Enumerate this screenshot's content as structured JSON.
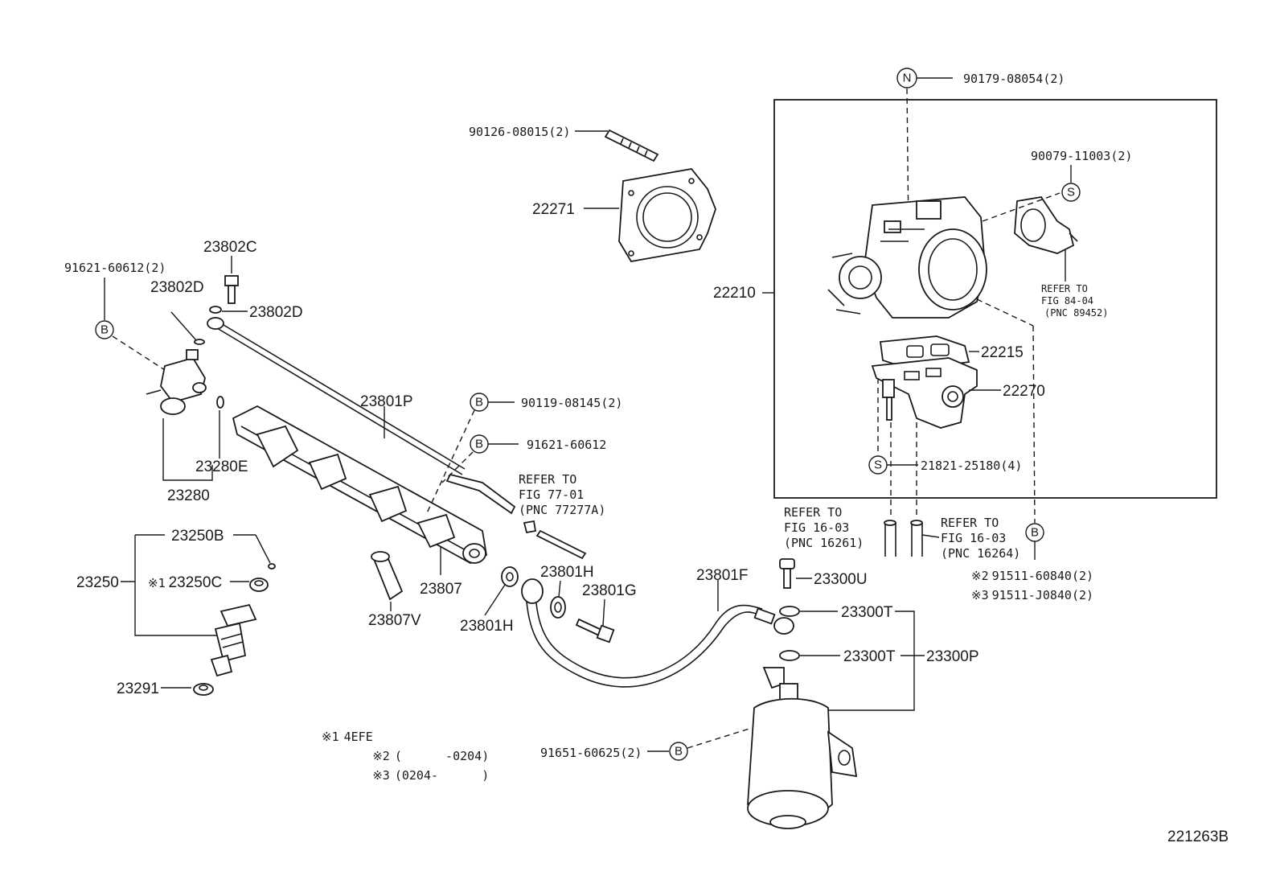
{
  "figure_id": "221263B",
  "callouts": {
    "p90179": "90179-08054(2)",
    "p90126": "90126-08015(2)",
    "p90079": "90079-11003(2)",
    "p22271": "22271",
    "p22210": "22210",
    "p22215": "22215",
    "p22270": "22270",
    "p21821": "21821-25180(4)",
    "p23802C": "23802C",
    "p91621_2": "91621-60612(2)",
    "p23802D_a": "23802D",
    "p23802D_b": "23802D",
    "p23801P": "23801P",
    "p90119": "90119-08145(2)",
    "p91621": "91621-60612",
    "p23280E": "23280E",
    "p23280": "23280",
    "p23250B": "23250B",
    "p23250": "23250",
    "p23250C": "23250C",
    "p23291": "23291",
    "p23807": "23807",
    "p23807V": "23807V",
    "p23801H_a": "23801H",
    "p23801H_b": "23801H",
    "p23801G": "23801G",
    "p23801F": "23801F",
    "p23300U": "23300U",
    "p23300T_a": "23300T",
    "p23300T_b": "23300T",
    "p23300P": "23300P",
    "p91651": "91651-60625(2)",
    "p91511_2": "91511-60840(2)",
    "p91511_3": "91511-J0840(2)"
  },
  "marks": {
    "note1": "※1",
    "note2": "※2",
    "note3": "※3"
  },
  "circle_refs": {
    "N": "N",
    "S": "S",
    "B": "B"
  },
  "refer_notes": {
    "fig84_l1": "REFER TO",
    "fig84_l2": "FIG 84-04",
    "fig84_l3": "(PNC 89452)",
    "fig77_l1": "REFER TO",
    "fig77_l2": "FIG 77-01",
    "fig77_l3": "(PNC 77277A)",
    "fig16a_l1": "REFER TO",
    "fig16a_l2": "FIG 16-03",
    "fig16a_l3": "(PNC 16261)",
    "fig16b_l1": "REFER TO",
    "fig16b_l2": "FIG 16-03",
    "fig16b_l3": "(PNC 16264)"
  },
  "legend": [
    {
      "mark": "※1",
      "text": "4EFE"
    },
    {
      "mark": "※2",
      "text": "(      -0204)"
    },
    {
      "mark": "※3",
      "text": "(0204-      )"
    }
  ]
}
